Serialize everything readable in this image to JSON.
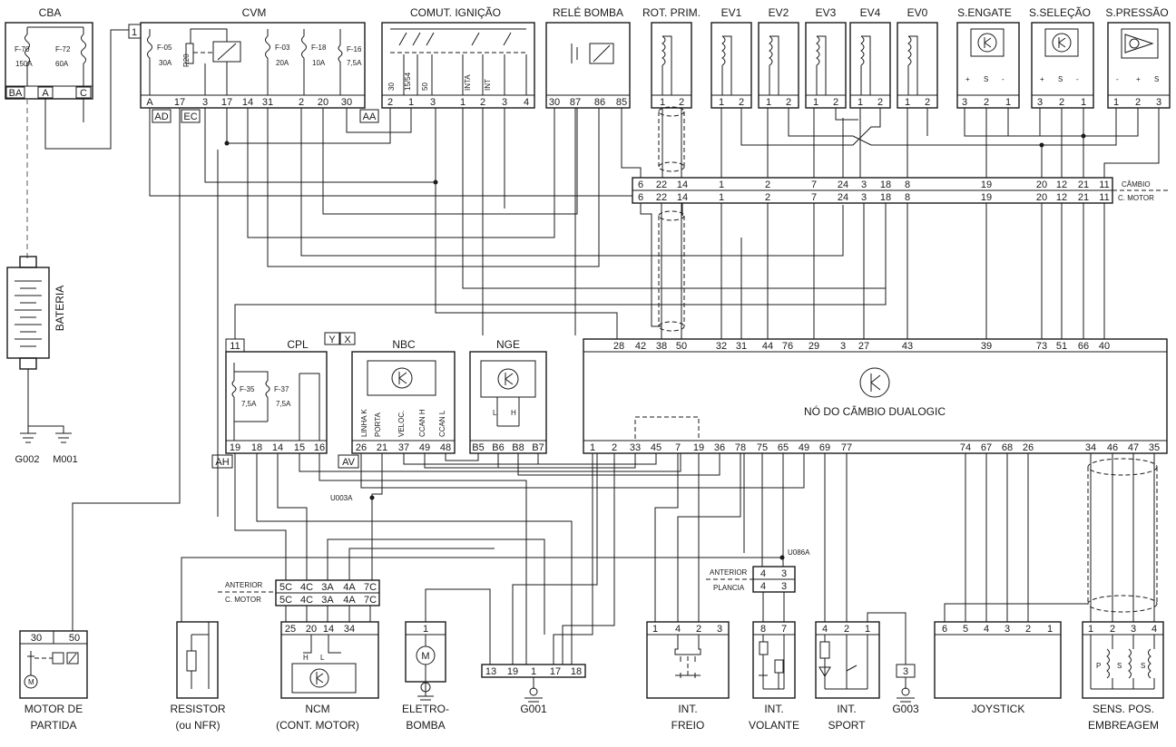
{
  "components": {
    "cba": "CBA",
    "cvm": "CVM",
    "comut": "COMUT. IGNIÇÃO",
    "rele": "RELÉ BOMBA",
    "rot": "ROT. PRIM.",
    "ev1": "EV1",
    "ev2": "EV2",
    "ev3": "EV3",
    "ev4": "EV4",
    "ev0": "EV0",
    "sengate": "S.ENGATE",
    "sselecao": "S.SELEÇÃO",
    "spressao": "S.PRESSÃO",
    "bateria": "BATERIA",
    "cpl": "CPL",
    "nbc": "NBC",
    "nge": "NGE",
    "no_cambio": "NÓ DO CÂMBIO DUALOGIC",
    "motor_l1": "MOTOR DE",
    "motor_l2": "PARTIDA",
    "resistor_l1": "RESISTOR",
    "resistor_l2": "(ou NFR)",
    "ncm_l1": "NCM",
    "ncm_l2": "(CONT. MOTOR)",
    "eletro_l1": "ELETRO-",
    "eletro_l2": "BOMBA",
    "g001": "G001",
    "g002": "G002",
    "m001": "M001",
    "g003": "G003",
    "freio_l1": "INT.",
    "freio_l2": "FREIO",
    "volante_l1": "INT.",
    "volante_l2": "VOLANTE",
    "sport_l1": "INT.",
    "sport_l2": "SPORT",
    "joystick": "JOYSTICK",
    "sens_l1": "SENS. POS.",
    "sens_l2": "EMBREAGEM"
  },
  "fuses": {
    "f70": "F-70",
    "f70a": "150A",
    "f72": "F-72",
    "f72a": "60A",
    "f05": "F-05",
    "f05a": "30A",
    "f03": "F-03",
    "f03a": "20A",
    "f18": "F-18",
    "f18a": "10A",
    "f16": "F-16",
    "f16a": "7,5A",
    "f35": "F-35",
    "f35a": "7,5A",
    "f37": "F-37",
    "f37a": "7,5A",
    "r20": "R20"
  },
  "tags": {
    "ba": "BA",
    "a": "A",
    "c": "C",
    "one": "1",
    "ad": "AD",
    "ec": "EC",
    "aa": "AA",
    "ah": "AH",
    "av": "AV",
    "y": "Y",
    "x": "X"
  },
  "pins": {
    "cvm": [
      "A",
      "17",
      "3",
      "17",
      "14",
      "31",
      "2",
      "20",
      "30"
    ],
    "comut": [
      "2",
      "1",
      "3",
      "1",
      "2",
      "3",
      "4"
    ],
    "rele": [
      "30",
      "87",
      "86",
      "85"
    ],
    "two": [
      "1",
      "2"
    ],
    "sens3": [
      "3",
      "2",
      "1"
    ],
    "spress": [
      "1",
      "2",
      "3"
    ],
    "cpl": [
      "19",
      "18",
      "14",
      "15",
      "16"
    ],
    "cpl_top": "11",
    "nbc": [
      "26",
      "21",
      "37",
      "49",
      "48"
    ],
    "nge": [
      "B5",
      "B6",
      "B8",
      "B7"
    ],
    "node_top": [
      "28",
      "42",
      "38",
      "50",
      "32",
      "31",
      "44",
      "76",
      "29",
      "3",
      "27",
      "43",
      "39",
      "73",
      "51",
      "66",
      "40"
    ],
    "node_bot": [
      "1",
      "2",
      "33",
      "45",
      "7",
      "19",
      "36",
      "78",
      "75",
      "65",
      "49",
      "69",
      "77",
      "74",
      "67",
      "68",
      "26",
      "34",
      "46",
      "47",
      "35"
    ],
    "cambio": [
      "6",
      "22",
      "14",
      "1",
      "2",
      "7",
      "24",
      "3",
      "18",
      "8",
      "19",
      "20",
      "12",
      "21",
      "11"
    ],
    "anterior": [
      "5C",
      "4C",
      "3A",
      "4A",
      "7C"
    ],
    "ncm": [
      "25",
      "20",
      "14",
      "34"
    ],
    "g001": [
      "13",
      "19",
      "1",
      "17",
      "18"
    ],
    "plancia": [
      "4",
      "3"
    ],
    "freio": [
      "1",
      "4",
      "2",
      "3"
    ],
    "volante": [
      "8",
      "7"
    ],
    "sport": [
      "4",
      "2",
      "1"
    ],
    "g003": "3",
    "joystick": [
      "6",
      "5",
      "4",
      "3",
      "2",
      "1"
    ],
    "sens": [
      "1",
      "2",
      "3",
      "4"
    ],
    "motor": [
      "30",
      "50"
    ],
    "eletro": "1"
  },
  "labels": {
    "cambio": "CÂMBIO",
    "c_motor": "C. MOTOR",
    "anterior": "ANTERIOR",
    "plancia": "PLANCIA",
    "u003a": "U003A",
    "u086a": "U086A",
    "comut_sub": [
      "30",
      "15/54",
      "50",
      "INTA",
      "INT"
    ],
    "nbc_sub": [
      "LINHA K",
      "PORTA",
      "VELOC.",
      "CCAN H",
      "CCAN L"
    ],
    "nge_l": "L",
    "nge_h": "H",
    "ncm_h": "H",
    "ncm_l": "L",
    "sensor_signs": [
      "+",
      "S",
      "-"
    ],
    "spress_signs": [
      "-",
      "+",
      "S"
    ],
    "m": "M",
    "sens_p": "P",
    "sens_s": "S"
  }
}
